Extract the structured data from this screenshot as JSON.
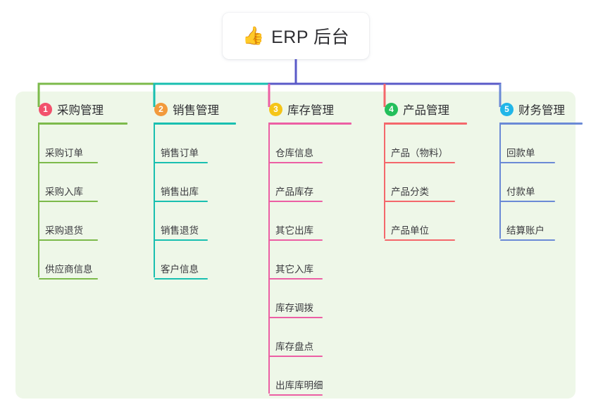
{
  "diagram": {
    "type": "mindmap",
    "title": "ERP 后台",
    "root": {
      "icon": "thumbs-up-emoji",
      "icon_glyph": "👍",
      "label": "ERP 后台"
    },
    "panel_background": "#eef7e8",
    "root_stem_color": "#5a5ac8",
    "branches": [
      {
        "number": "1",
        "label": "采购管理",
        "badge_color": "#f2516c",
        "line_color": "#7cba4b",
        "head_rule_width": 126,
        "leaf_rule_width": 84,
        "items": [
          "采购订单",
          "采购入库",
          "采购退货",
          "供应商信息"
        ]
      },
      {
        "number": "2",
        "label": "销售管理",
        "badge_color": "#f29a3c",
        "line_color": "#19bfb0",
        "head_rule_width": 116,
        "leaf_rule_width": 76,
        "items": [
          "销售订单",
          "销售出库",
          "销售退货",
          "客户信息"
        ]
      },
      {
        "number": "3",
        "label": "库存管理",
        "badge_color": "#f5c518",
        "line_color": "#ec5fa4",
        "head_rule_width": 117,
        "leaf_rule_width": 76,
        "items": [
          "仓库信息",
          "产品库存",
          "其它出库",
          "其它入库",
          "库存调拨",
          "库存盘点",
          "出库库明细"
        ]
      },
      {
        "number": "4",
        "label": "产品管理",
        "badge_color": "#23bf5b",
        "line_color": "#f4676b",
        "head_rule_width": 117,
        "leaf_rule_width": 100,
        "items": [
          "产品（物料）",
          "产品分类",
          "产品单位"
        ]
      },
      {
        "number": "5",
        "label": "财务管理",
        "badge_color": "#21b6e8",
        "line_color": "#6b8ad6",
        "head_rule_width": 117,
        "leaf_rule_width": 78,
        "items": [
          "回款单",
          "付款单",
          "结算账户"
        ]
      }
    ]
  }
}
